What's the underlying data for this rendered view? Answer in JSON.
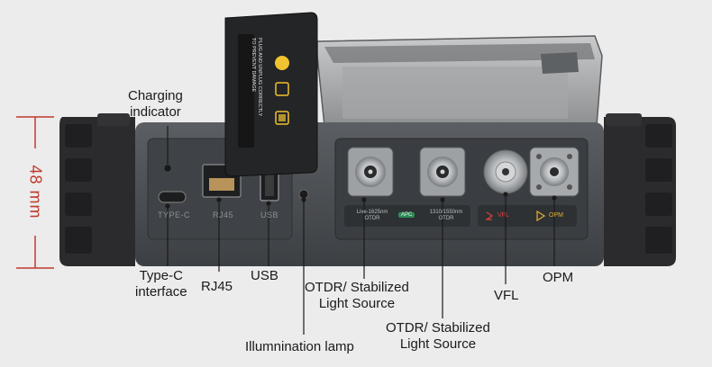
{
  "dimension": {
    "label": "48 mm",
    "color": "#c0392b"
  },
  "callouts": {
    "charging_indicator": "Charging\nindicator",
    "type_c": "Type-C\ninterface",
    "rj45": "RJ45",
    "usb": "USB",
    "otdr_1": "OTDR/ Stabilized\nLight Source",
    "otdr_2": "OTDR/ Stabilized\nLight Source",
    "illumination": "Illumnination lamp",
    "vfl": "VFL",
    "opm": "OPM"
  },
  "port_labels": {
    "type_c": "TYPE-C",
    "rj45": "RJ45",
    "usb": "USB"
  },
  "optical_panel": {
    "otdr_a": "Live-1625nm\nOTDR",
    "apc_chip": "APC",
    "otdr_b": "1310/1550nm\nOTDR",
    "vfl": "VFL",
    "opm": "OPM"
  },
  "dust_cap": {
    "warning": "PLUG AND UNPLUG CORRECTLY\nTO PREVENT DAMAGE"
  },
  "colors": {
    "background": "#ececec",
    "body": "#4a4d51",
    "bumper": "#2b2b2d",
    "accent_red": "#c0392b",
    "cap_yellow": "#f2c230"
  }
}
